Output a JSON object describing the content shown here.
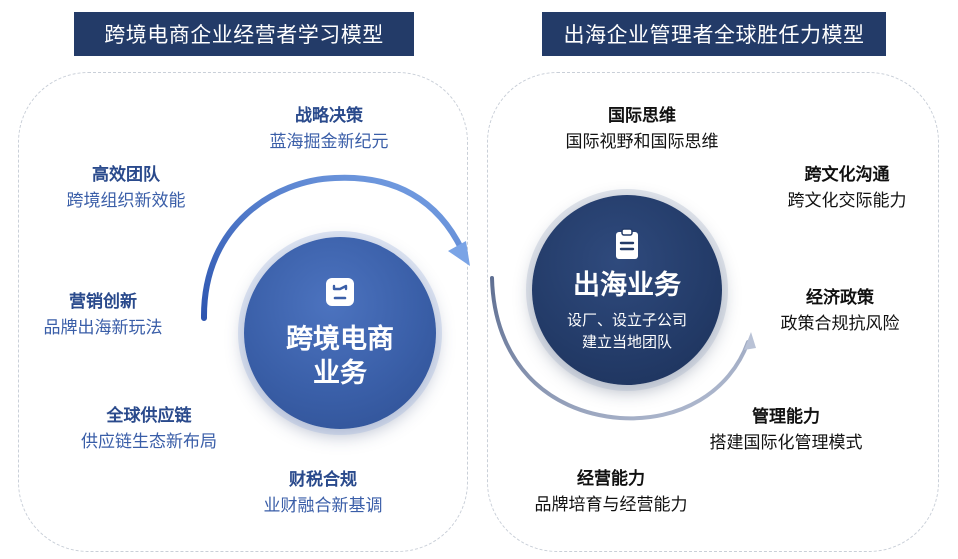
{
  "left_model": {
    "banner": "跨境电商企业经营者学习模型",
    "hub": {
      "title": "跨境电商业务",
      "icon": "clipboard-badge-icon"
    },
    "nodes": [
      {
        "title": "战略决策",
        "desc": "蓝海掘金新纪元"
      },
      {
        "title": "高效团队",
        "desc": "跨境组织新效能"
      },
      {
        "title": "营销创新",
        "desc": "品牌出海新玩法"
      },
      {
        "title": "全球供应链",
        "desc": "供应链生态新布局"
      },
      {
        "title": "财税合规",
        "desc": "业财融合新基调"
      }
    ]
  },
  "right_model": {
    "banner": "出海企业管理者全球胜任力模型",
    "hub": {
      "title": "出海业务",
      "subtitle_line1": "设厂、设立子公司",
      "subtitle_line2": "建立当地团队",
      "icon": "document-list-icon"
    },
    "nodes": [
      {
        "title": "国际思维",
        "desc": "国际视野和国际思维"
      },
      {
        "title": "跨文化沟通",
        "desc": "跨文化交际能力"
      },
      {
        "title": "经济政策",
        "desc": "政策合规抗风险"
      },
      {
        "title": "管理能力",
        "desc": "搭建国际化管理模式"
      },
      {
        "title": "经营能力",
        "desc": "品牌培育与经营能力"
      }
    ]
  },
  "colors": {
    "navy": "#233b68",
    "blue": "#3a5fa8",
    "arrow_left": "#4f7fd0",
    "arrow_right": "#8a98b6"
  }
}
